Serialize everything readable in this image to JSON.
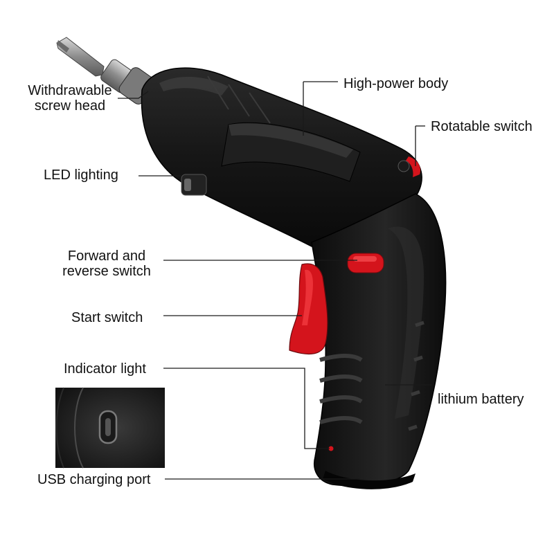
{
  "product": {
    "name": "cordless electric screwdriver",
    "colors": {
      "body": "#141414",
      "body_highlight": "#3a3a3a",
      "accent": "#d4141c",
      "bit_steel": "#9a9a9a",
      "background": "#ffffff"
    }
  },
  "callouts": {
    "screw_head": [
      "Withdrawable",
      "screw head"
    ],
    "high_power_body": "High-power body",
    "rotatable_switch": "Rotatable switch",
    "led_lighting": "LED lighting",
    "forward_reverse": [
      "Forward and",
      "reverse switch"
    ],
    "start_switch": "Start switch",
    "indicator_light": "Indicator light",
    "lithium_battery": "lithium battery",
    "usb_port": "USB charging port"
  },
  "inset": {
    "subject": "USB-C port close-up",
    "icon": "usb-port-icon"
  }
}
